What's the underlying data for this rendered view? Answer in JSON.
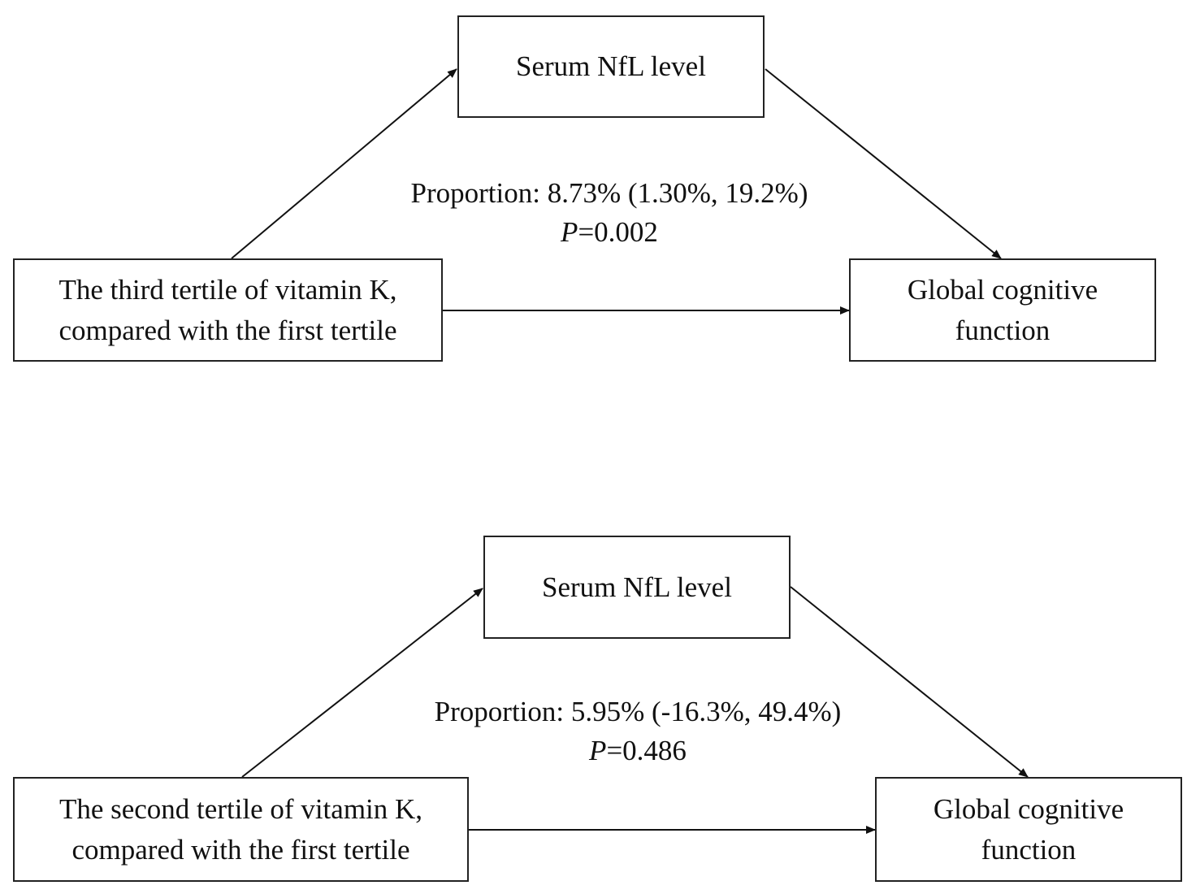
{
  "panels": [
    {
      "mediator": "Serum  NfL level",
      "exposure_lines": [
        "The third tertile  of vitamin  K,",
        "compared with  the first  tertile"
      ],
      "outcome_lines": [
        "Global  cognitive",
        "function"
      ],
      "proportion": "Proportion:  8.73% (1.30%, 19.2%)",
      "p_label": "P",
      "p_value": "=0.002"
    },
    {
      "mediator": "Serum  NfL level",
      "exposure_lines": [
        "The  second tertile  of vitamin  K,",
        "compared  with  the first  tertile"
      ],
      "outcome_lines": [
        "Global  cognitive",
        "function"
      ],
      "proportion": "Proportion: 5.95% (-16.3%, 49.4%)",
      "p_label": "P",
      "p_value": "=0.486"
    }
  ]
}
